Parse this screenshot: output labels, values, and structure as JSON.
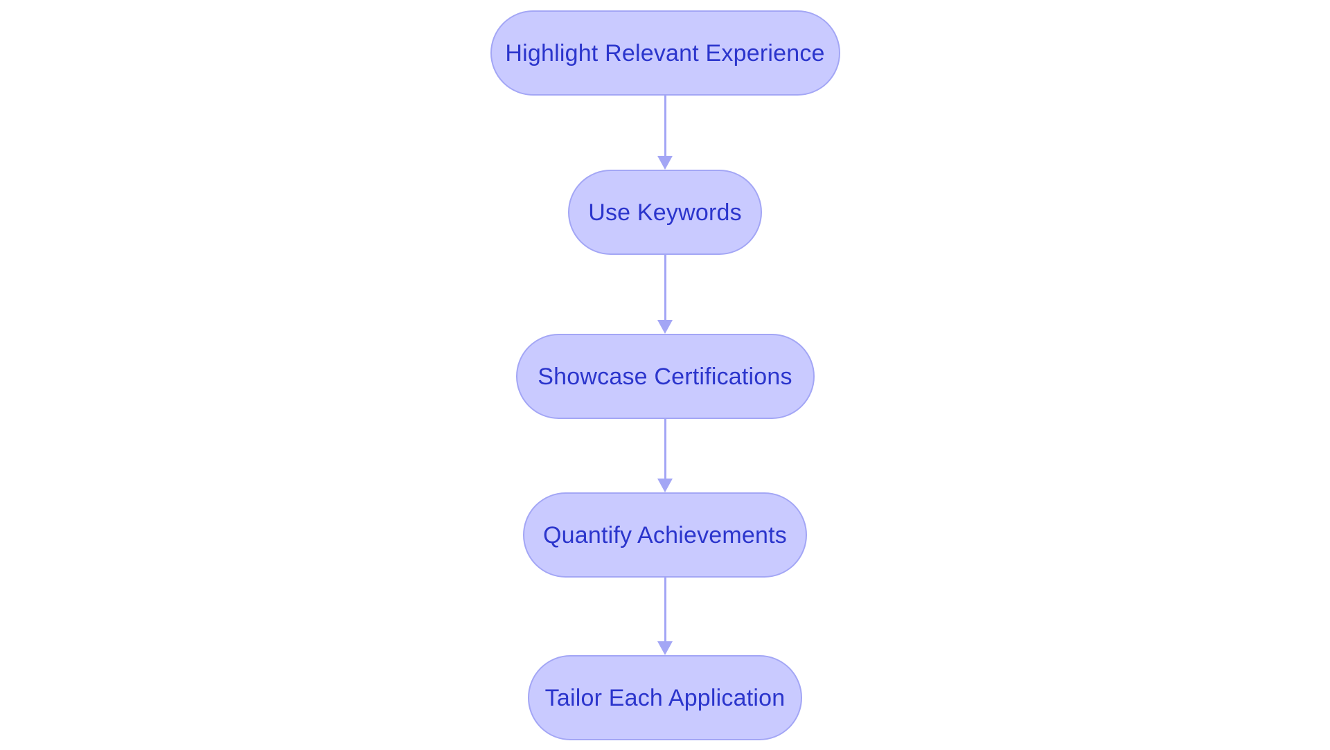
{
  "diagram": {
    "type": "flowchart",
    "orientation": "vertical",
    "title": "",
    "background_color": "#ffffff",
    "node_fill_color": "#c9caff",
    "node_border_color": "#a3a6f5",
    "node_text_color": "#2b35cc",
    "connector_color": "#a3a6f5",
    "node_shape": "stadium",
    "nodes": [
      {
        "id": "n0",
        "label": "Highlight Relevant Experience"
      },
      {
        "id": "n1",
        "label": "Use Keywords"
      },
      {
        "id": "n2",
        "label": "Showcase Certifications"
      },
      {
        "id": "n3",
        "label": "Quantify Achievements"
      },
      {
        "id": "n4",
        "label": "Tailor Each Application"
      }
    ],
    "edges": [
      {
        "from": "n0",
        "to": "n1",
        "label": "",
        "arrow": "down-arrow-icon"
      },
      {
        "from": "n1",
        "to": "n2",
        "label": "",
        "arrow": "down-arrow-icon"
      },
      {
        "from": "n2",
        "to": "n3",
        "label": "",
        "arrow": "down-arrow-icon"
      },
      {
        "from": "n3",
        "to": "n4",
        "label": "",
        "arrow": "down-arrow-icon"
      }
    ]
  }
}
